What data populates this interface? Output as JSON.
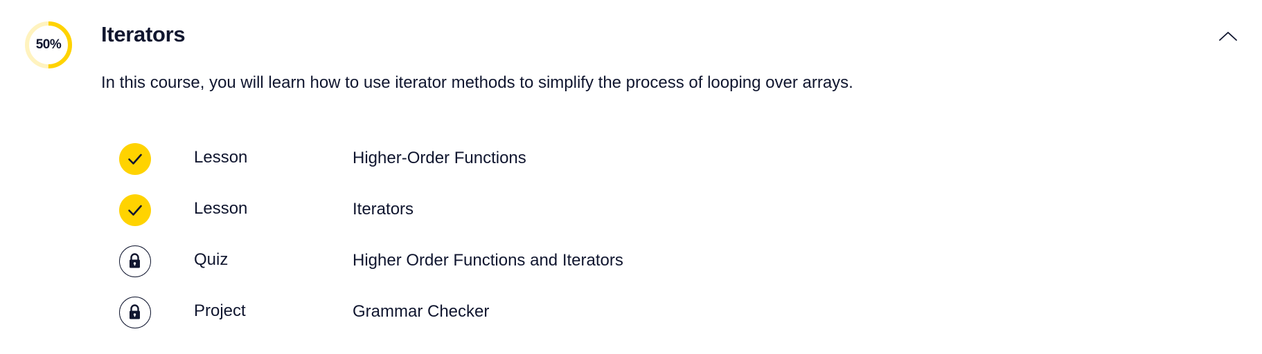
{
  "module": {
    "progress_label": "50%",
    "progress": 0.5,
    "title": "Iterators",
    "description": "In this course, you will learn how to use iterator methods to simplify the process of looping over arrays.",
    "collapse_icon": "chevron-up-icon"
  },
  "items": [
    {
      "status": "complete",
      "status_icon": "checkmark-icon",
      "type": "Lesson",
      "name": "Higher-Order Functions"
    },
    {
      "status": "complete",
      "status_icon": "checkmark-icon",
      "type": "Lesson",
      "name": "Iterators"
    },
    {
      "status": "locked",
      "status_icon": "lock-icon",
      "type": "Quiz",
      "name": "Higher Order Functions and Iterators"
    },
    {
      "status": "locked",
      "status_icon": "lock-icon",
      "type": "Project",
      "name": "Grammar Checker"
    }
  ],
  "colors": {
    "accent": "#ffd300",
    "accent_track": "#fff3bf",
    "text": "#10162f"
  }
}
